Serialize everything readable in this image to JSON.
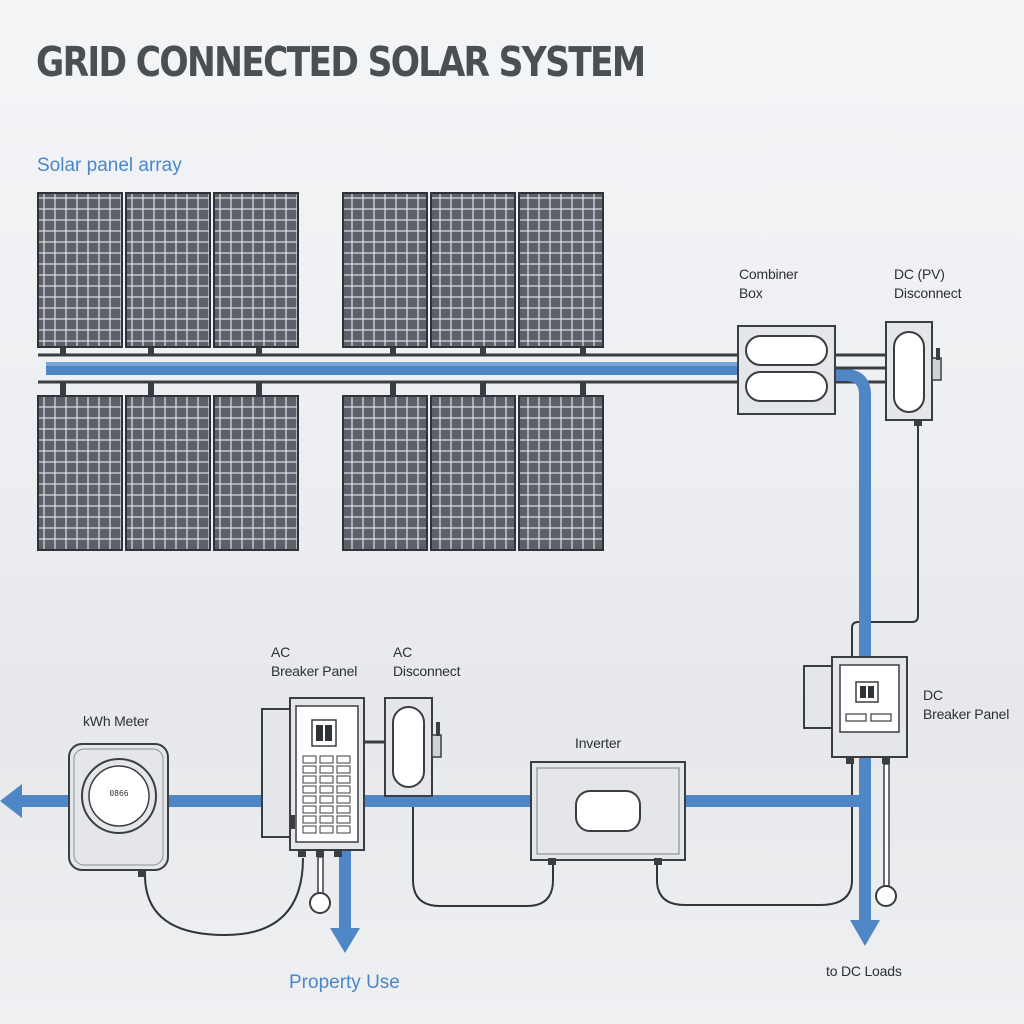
{
  "title": "GRID CONNECTED SOLAR SYSTEM",
  "labels": {
    "solar_panel_array": "Solar panel array",
    "combiner_box": [
      "Combiner",
      "Box"
    ],
    "dc_pv_disconnect": [
      "DC (PV)",
      "Disconnect"
    ],
    "ac_breaker_panel": [
      "AC",
      "Breaker Panel"
    ],
    "ac_disconnect": [
      "AC",
      "Disconnect"
    ],
    "kwh_meter": "kWh Meter",
    "inverter": "Inverter",
    "dc_breaker_panel": [
      "DC",
      "Breaker Panel"
    ],
    "property_use": "Property Use",
    "to_dc_loads": "to DC Loads"
  },
  "meter_reading": "0866",
  "colors": {
    "flow_blue": "#4f86c6",
    "accent_text_blue": "#4a86cc",
    "panel_cell": "#5c6068",
    "panel_frame": "#2f3338",
    "equipment_fill": "#e4e6e9",
    "equipment_stroke": "#3a3d42",
    "title_text": "#4b4e52"
  }
}
